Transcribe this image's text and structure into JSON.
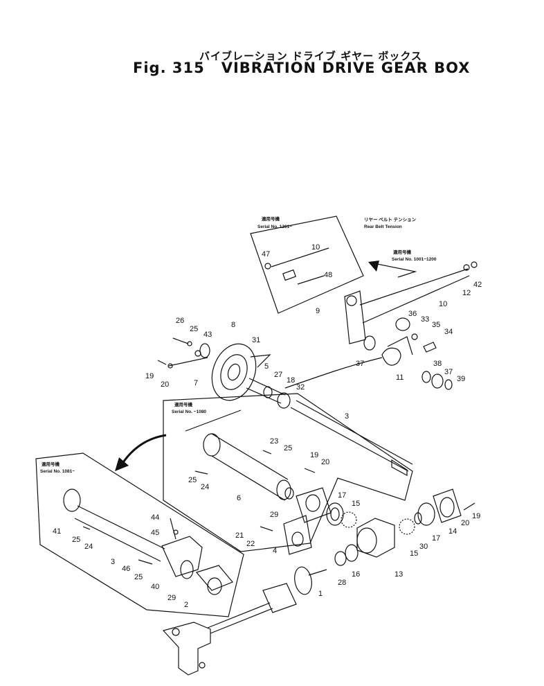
{
  "title": {
    "japanese": "バイブレーション ドライブ ギヤー ボックス",
    "fig_number": "Fig. 315",
    "english": "VIBRATION DRIVE GEAR BOX"
  },
  "notes": {
    "serial_1201_jp": "適用号機",
    "serial_1201": "Serial No. 1201~",
    "rear_belt_jp": "リヤー ベルト テンション",
    "rear_belt": "Rear Belt Tension",
    "serial_1001_jp": "適用号機",
    "serial_1001": "Serial No. 1001~1200",
    "serial_1080_jp": "適用号機",
    "serial_1080": "Serial No. ~1080",
    "serial_1081_jp": "適用号機",
    "serial_1081": "Serial No. 1081~"
  },
  "part_labels": {
    "p47": "47",
    "p10a": "10",
    "p48": "48",
    "p10b": "10",
    "p12": "12",
    "p42": "42",
    "p9": "9",
    "p36": "36",
    "p33": "33",
    "p35": "35",
    "p34": "34",
    "p26": "26",
    "p25a": "25",
    "p43": "43",
    "p8": "8",
    "p31": "31",
    "p19a": "19",
    "p20a": "20",
    "p7": "7",
    "p5": "5",
    "p27": "27",
    "p18": "18",
    "p32": "32",
    "p37a": "37",
    "p11": "11",
    "p38": "38",
    "p37b": "37",
    "p39": "39",
    "p3a": "3",
    "p23": "23",
    "p25b": "25",
    "p19b": "19",
    "p20b": "20",
    "p25c": "25",
    "p24a": "24",
    "p6": "6",
    "p29a": "29",
    "p17a": "17",
    "p15a": "15",
    "p21": "21",
    "p22": "22",
    "p4": "4",
    "p20c": "20",
    "p19c": "19",
    "p14": "14",
    "p17b": "17",
    "p30": "30",
    "p15b": "15",
    "p13": "13",
    "p16": "16",
    "p28": "28",
    "p1": "1",
    "p41": "41",
    "p25d": "25",
    "p24b": "24",
    "p44": "44",
    "p45": "45",
    "p3b": "3",
    "p46": "46",
    "p25e": "25",
    "p40": "40",
    "p29b": "29",
    "p2": "2"
  }
}
